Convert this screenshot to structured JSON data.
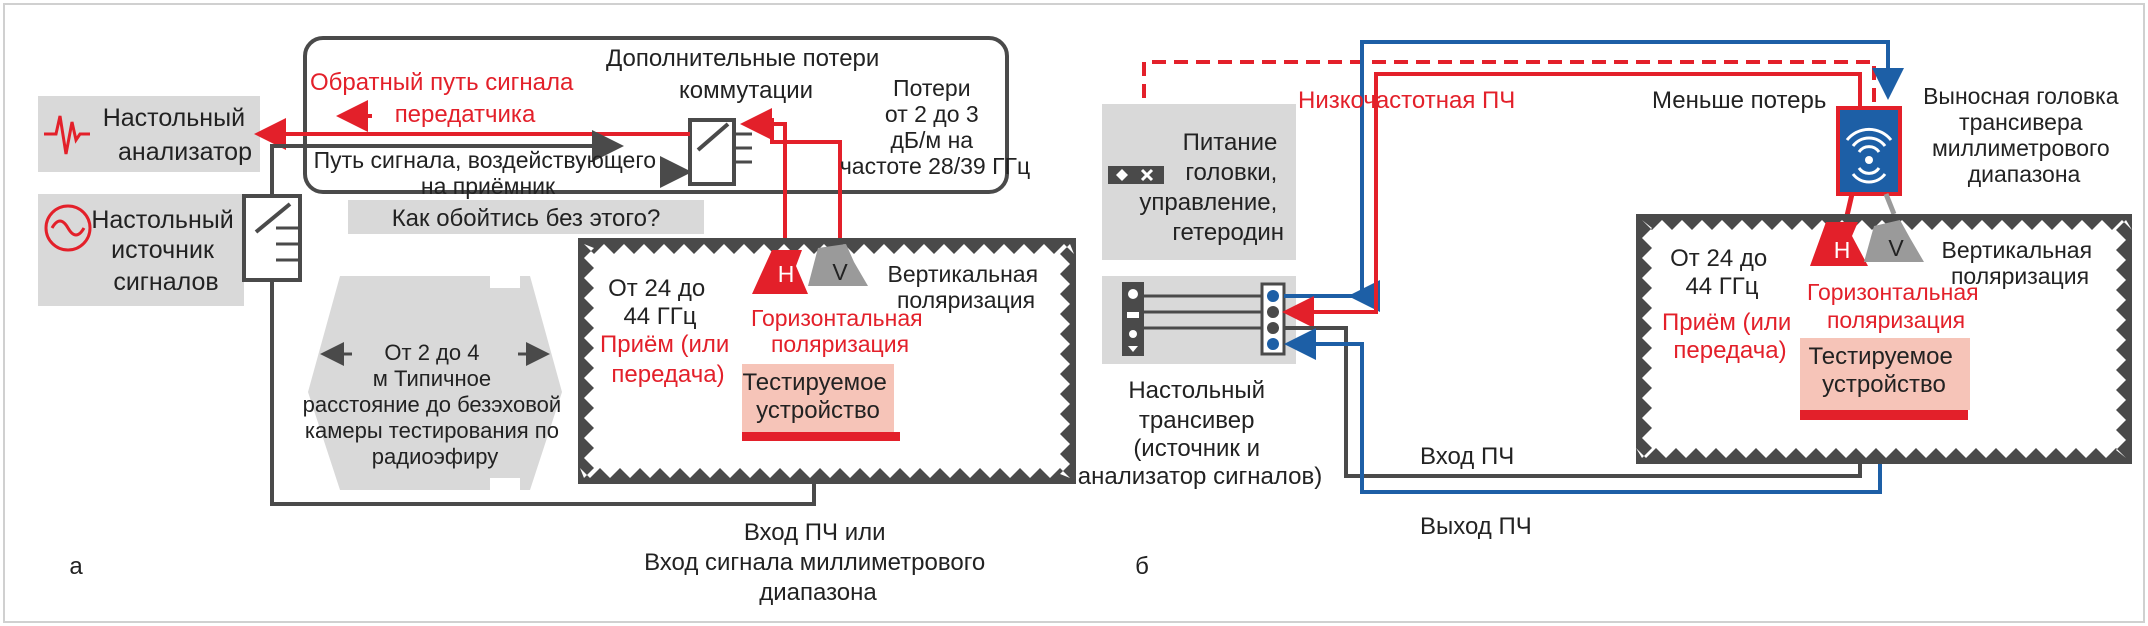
{
  "colors": {
    "red": "#e3202a",
    "blue": "#1d5fa6",
    "dark": "#4a4a4a",
    "gray_panel": "#d9d9d9",
    "pink": "#f6c4b8",
    "horn_gray": "#9a9a9a"
  },
  "icons": [
    "sine-wave-icon",
    "pulse-wave-icon",
    "switch-icon",
    "antenna-waves-icon",
    "input-output-connector-icon"
  ],
  "panel_a": {
    "label": "а",
    "analyzer": "Настольный анализатор",
    "generator": "Настольный источник сигналов",
    "return_path": "Обратный путь сигнала передатчика",
    "switching_losses": "Дополнительные потери коммутации",
    "losses": "Потери от 2 до 3 дБ/м на частоте 28/39 ГГц",
    "receiver_path": "Путь сигнала, воздействующего на приёмник",
    "how_avoid": "Как обойтись без этого?",
    "distance": "От 2 до 4 м Типичное расстояние до безэховой камеры тестирования по радиоэфиру",
    "freq": "От 24 до 44 ГГц",
    "rx_tx": "Приём (или передача)",
    "horn_h": "H",
    "horn_v": "V",
    "vert_pol": "Вертикальная поляризация",
    "horiz_pol": "Горизонтальная поляризация",
    "dut": "Тестируемое устройство",
    "if_input": "Вход ПЧ или Вход сигнала миллиметрового диапазона"
  },
  "panel_b": {
    "label": "б",
    "power_box": "Питание головки, управление, гетеродин",
    "lf_if": "Низкочастотная ПЧ",
    "less_loss": "Меньше потерь",
    "remote_head": "Выносная головка трансивера миллиметрового диапазона",
    "transceiver": "Настольный трансивер (источник и анализатор сигналов)",
    "freq": "От 24 до 44 ГГц",
    "rx_tx": "Приём (или передача)",
    "horn_h": "H",
    "horn_v": "V",
    "vert_pol": "Вертикальная поляризация",
    "horiz_pol": "Горизонтальная поляризация",
    "dut": "Тестируемое устройство",
    "if_in": "Вход ПЧ",
    "if_out": "Выход ПЧ"
  }
}
